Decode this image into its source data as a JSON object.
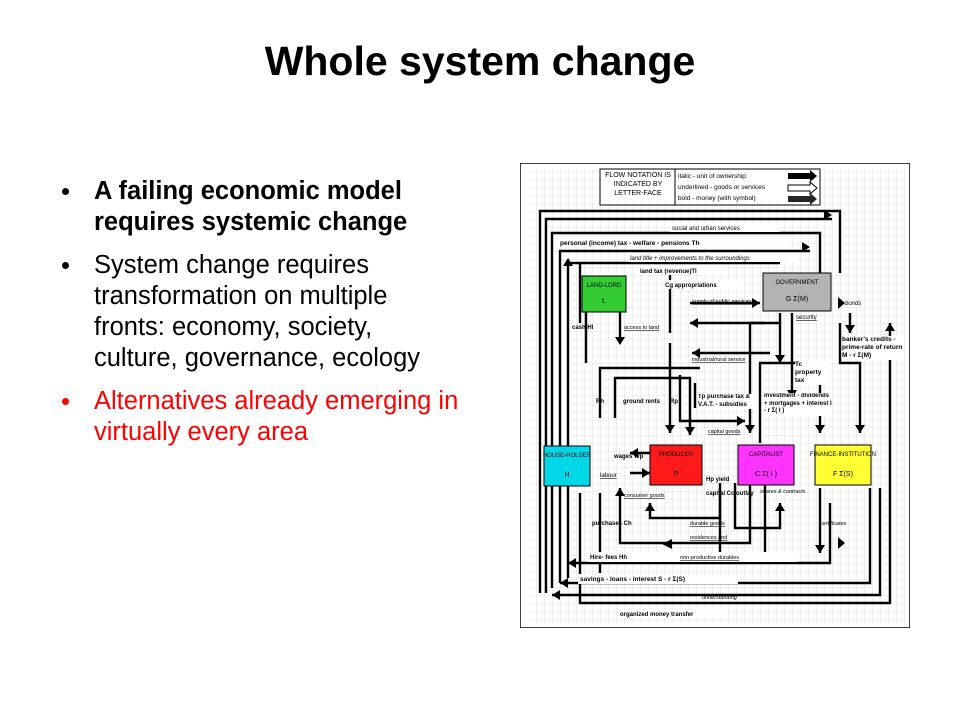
{
  "slide": {
    "title": "Whole system change",
    "bullets": [
      {
        "text": "A failing economic model requires systemic change",
        "color": "#000000"
      },
      {
        "text": "System change requires transformation on multiple fronts: economy, society, culture, governance, ecology",
        "color": "#000000"
      },
      {
        "text": "Alternatives already emerging in virtually every area",
        "color": "#ff0000"
      }
    ]
  },
  "diagram": {
    "legend": {
      "left": "FLOW NOTATION IS INDICATED BY LETTER-FACE",
      "rows": [
        "italic - unit of ownership",
        "underlined - goods or services",
        "bold - money (with symbol)"
      ]
    },
    "nodes": {
      "landlord": {
        "name": "LAND-LORD",
        "symbol": "L",
        "color": "#33cc33"
      },
      "government": {
        "name": "GOVERNMENT",
        "symbol": "G  Σ(M)",
        "color": "#b3b3b3"
      },
      "householder": {
        "name": "HOUSE-HOLDER",
        "symbol": "H",
        "color": "#00d8e8"
      },
      "producer": {
        "name": "PRODUCER",
        "symbol": "P",
        "color": "#ff1a1a"
      },
      "capitalist": {
        "name": "CAPITALIST",
        "symbol": "C  Σ( I )",
        "color": "#ff33ff"
      },
      "finance": {
        "name": "FINANCE-INSTITUTION",
        "symbol": "F  Σ(S)",
        "color": "#ffff33"
      }
    },
    "flows": {
      "social_services": "social and urban services",
      "personal_tax": "personal (income) tax - welfare - pensions  Th",
      "land_title": "land title + improvements to the surroundings",
      "land_tax": "land tax (revenue)Tl",
      "cg_appropriations": "Cg  appropriations",
      "supply_public": "supply of public services",
      "bonds": "bonds",
      "security": "security",
      "cash_hl": "cash Hl",
      "access_land": "access to land",
      "bankers_credits": "banker's credits - prime-rate of return M - r Σ(M)",
      "tc_property_tax": "Tc property tax",
      "industrial_rural": "industrial/rural service",
      "rh": "Rh",
      "ground_rents": "ground rents",
      "rp": "Rp",
      "tp_purchase_tax": "Tp purchase tax & V.A.T. - subsidies",
      "capital_goods": "capital goods",
      "investment": "investment - dividends + mortgages + interest I - r Σ( I )",
      "wages": "wages Wp",
      "labour": "labour",
      "hp_yield": "Hp yield",
      "capital_outlay": "capital Cc outlay",
      "shares_contracts": "shares & contracts",
      "consumer_goods": "consumer goods",
      "purchases": "purchases  Ch",
      "durable_goods": "durable goods",
      "certificates": "certificates",
      "residences": "residences and",
      "hire_fees": "Hire- fees  Hh",
      "non_productive": "non-productive durables",
      "savings": "savings - loans - interest  S - r Σ(S)",
      "understanding": "\"understanding\"",
      "organized_money": "organized money transfer"
    }
  }
}
